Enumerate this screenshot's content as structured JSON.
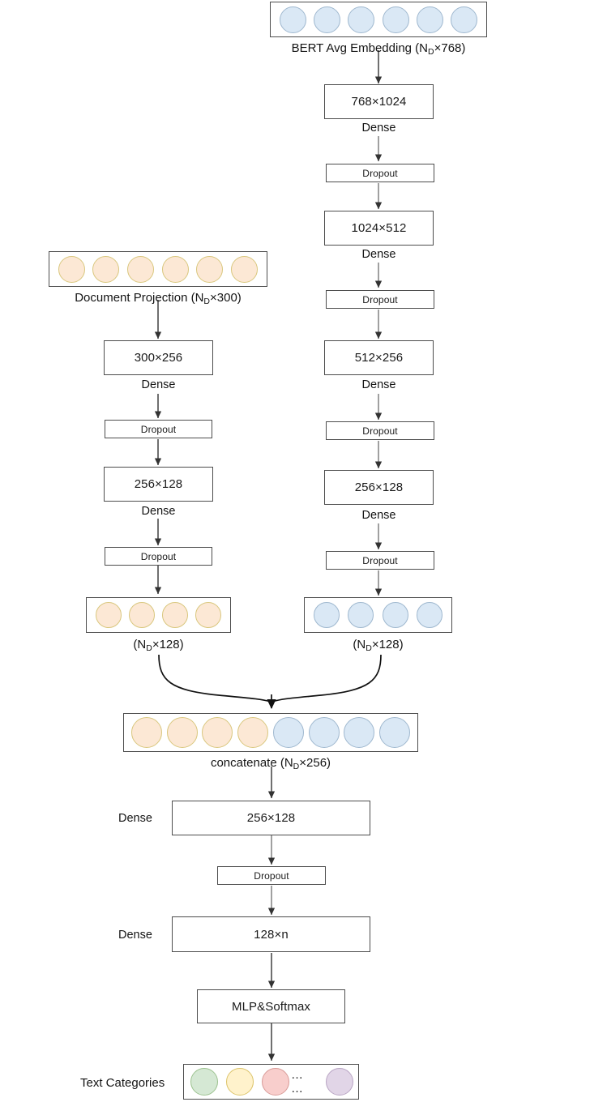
{
  "diagram": {
    "title": "Dual-branch text classification network architecture",
    "colors": {
      "blue_fill": "#dae8f5",
      "blue_stroke": "#9fb8cf",
      "orange_fill": "#fce8d5",
      "orange_stroke": "#d9c77e",
      "green_fill": "#d5e8d4",
      "yellow_fill": "#fff2cc",
      "red_fill": "#f8cecc",
      "purple_fill": "#e1d5e7",
      "box_stroke": "#4d4d4d",
      "background": "#ffffff"
    },
    "bert_branch": {
      "input_caption_pre": "BERT Avg Embedding (N",
      "input_caption_sub": "D",
      "input_caption_post": "×768)",
      "node_count": 6,
      "layers": [
        {
          "label": "768×1024",
          "type": "dense"
        },
        {
          "label": "Dense",
          "type": "edge-label"
        },
        {
          "label": "Dropout",
          "type": "dropout"
        },
        {
          "label": "1024×512",
          "type": "dense"
        },
        {
          "label": "Dense",
          "type": "edge-label"
        },
        {
          "label": "Dropout",
          "type": "dropout"
        },
        {
          "label": "512×256",
          "type": "dense"
        },
        {
          "label": "Dense",
          "type": "edge-label"
        },
        {
          "label": "Dropout",
          "type": "dropout"
        },
        {
          "label": "256×128",
          "type": "dense"
        },
        {
          "label": "Dense",
          "type": "edge-label"
        },
        {
          "label": "Dropout",
          "type": "dropout"
        }
      ],
      "output_caption_pre": "(N",
      "output_caption_sub": "D",
      "output_caption_post": "×128)",
      "output_node_count": 4
    },
    "doc_branch": {
      "input_caption_pre": "Document Projection (N",
      "input_caption_sub": "D",
      "input_caption_post": "×300)",
      "node_count": 6,
      "layers": [
        {
          "label": "300×256",
          "type": "dense"
        },
        {
          "label": "Dense",
          "type": "edge-label"
        },
        {
          "label": "Dropout",
          "type": "dropout"
        },
        {
          "label": "256×128",
          "type": "dense"
        },
        {
          "label": "Dense",
          "type": "edge-label"
        },
        {
          "label": "Dropout",
          "type": "dropout"
        }
      ],
      "output_caption_pre": "(N",
      "output_caption_sub": "D",
      "output_caption_post": "×128)",
      "output_node_count": 4
    },
    "merge": {
      "caption_pre": "concatenate (N",
      "caption_sub": "D",
      "caption_post": "×256)",
      "orange_nodes": 4,
      "blue_nodes": 4
    },
    "head": {
      "layers": [
        {
          "side_label": "Dense",
          "label": "256×128"
        },
        {
          "side_label": "",
          "label": "Dropout"
        },
        {
          "side_label": "Dense",
          "label": "128×n"
        },
        {
          "side_label": "",
          "label": "MLP&Softmax"
        }
      ]
    },
    "output": {
      "side_label": "Text Categories",
      "ellipsis": "… …",
      "categories": [
        {
          "color": "green"
        },
        {
          "color": "yellow"
        },
        {
          "color": "red"
        },
        {
          "color": "purple"
        }
      ]
    }
  }
}
